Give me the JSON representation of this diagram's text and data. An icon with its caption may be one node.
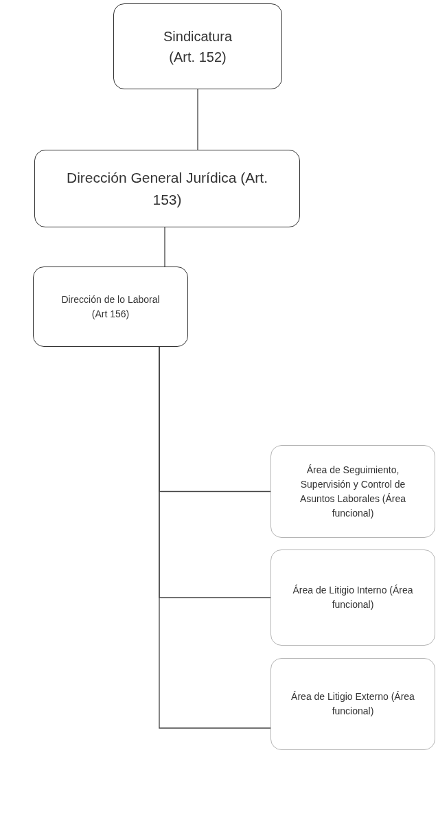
{
  "diagram": {
    "nodes": [
      {
        "text": [
          "Sindicatura (Art. 152)"
        ]
      },
      {
        "text": [
          "Dirección General Jurídica (Art. 153)"
        ]
      },
      {
        "text": [
          "Dirección de lo Laboral (Art 156)"
        ]
      },
      {
        "text": [
          "Área de Seguimiento, Supervisión y Control de Asuntos Laborales (Área funcional)"
        ]
      },
      {
        "text": [
          "Área de Litigio Interno (Área funcional)"
        ]
      },
      {
        "text": [
          "Área de Litigio Externo (Área funcional)"
        ]
      }
    ],
    "edges": [
      {
        "from": 0,
        "to": 1,
        "arrow": "none"
      },
      {
        "from": 1,
        "to": 2,
        "arrow": "none"
      },
      {
        "from": 2,
        "to": 3,
        "arrow": "none"
      },
      {
        "from": 2,
        "to": 4,
        "arrow": "none"
      },
      {
        "from": 2,
        "to": 5,
        "arrow": "none"
      }
    ]
  }
}
